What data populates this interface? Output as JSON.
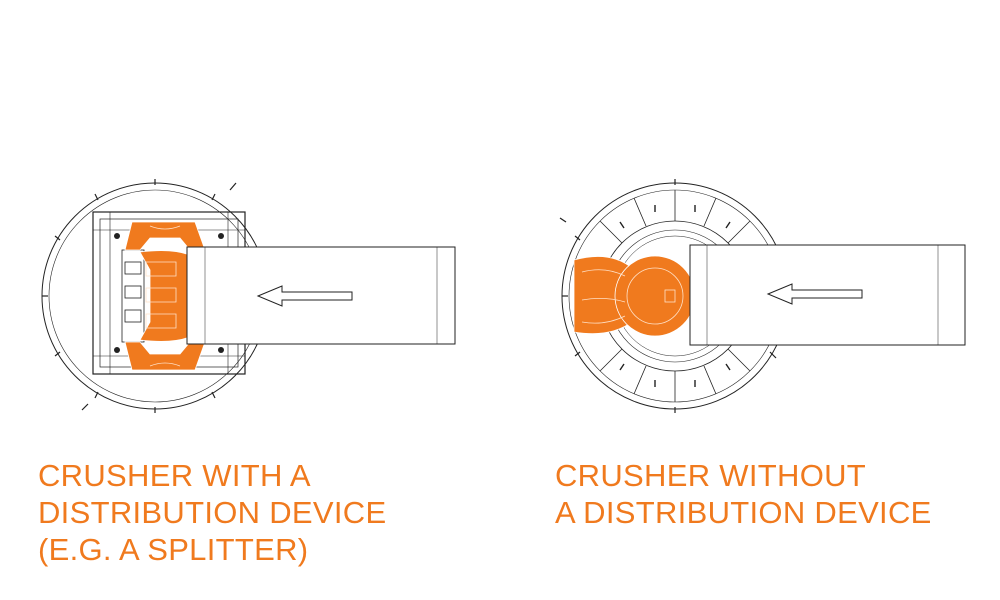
{
  "accent_color": "#f07a1e",
  "line_color": "#222222",
  "left_panel": {
    "caption_lines": [
      "CRUSHER WITH A",
      "DISTRIBUTION DEVICE",
      "(E.G. A SPLITTER)"
    ],
    "feed_arrow_direction": "left",
    "icon": "crusher-with-splitter-drawing"
  },
  "right_panel": {
    "caption_lines": [
      "CRUSHER WITHOUT",
      "A DISTRIBUTION DEVICE"
    ],
    "feed_arrow_direction": "left",
    "icon": "crusher-without-splitter-drawing"
  }
}
